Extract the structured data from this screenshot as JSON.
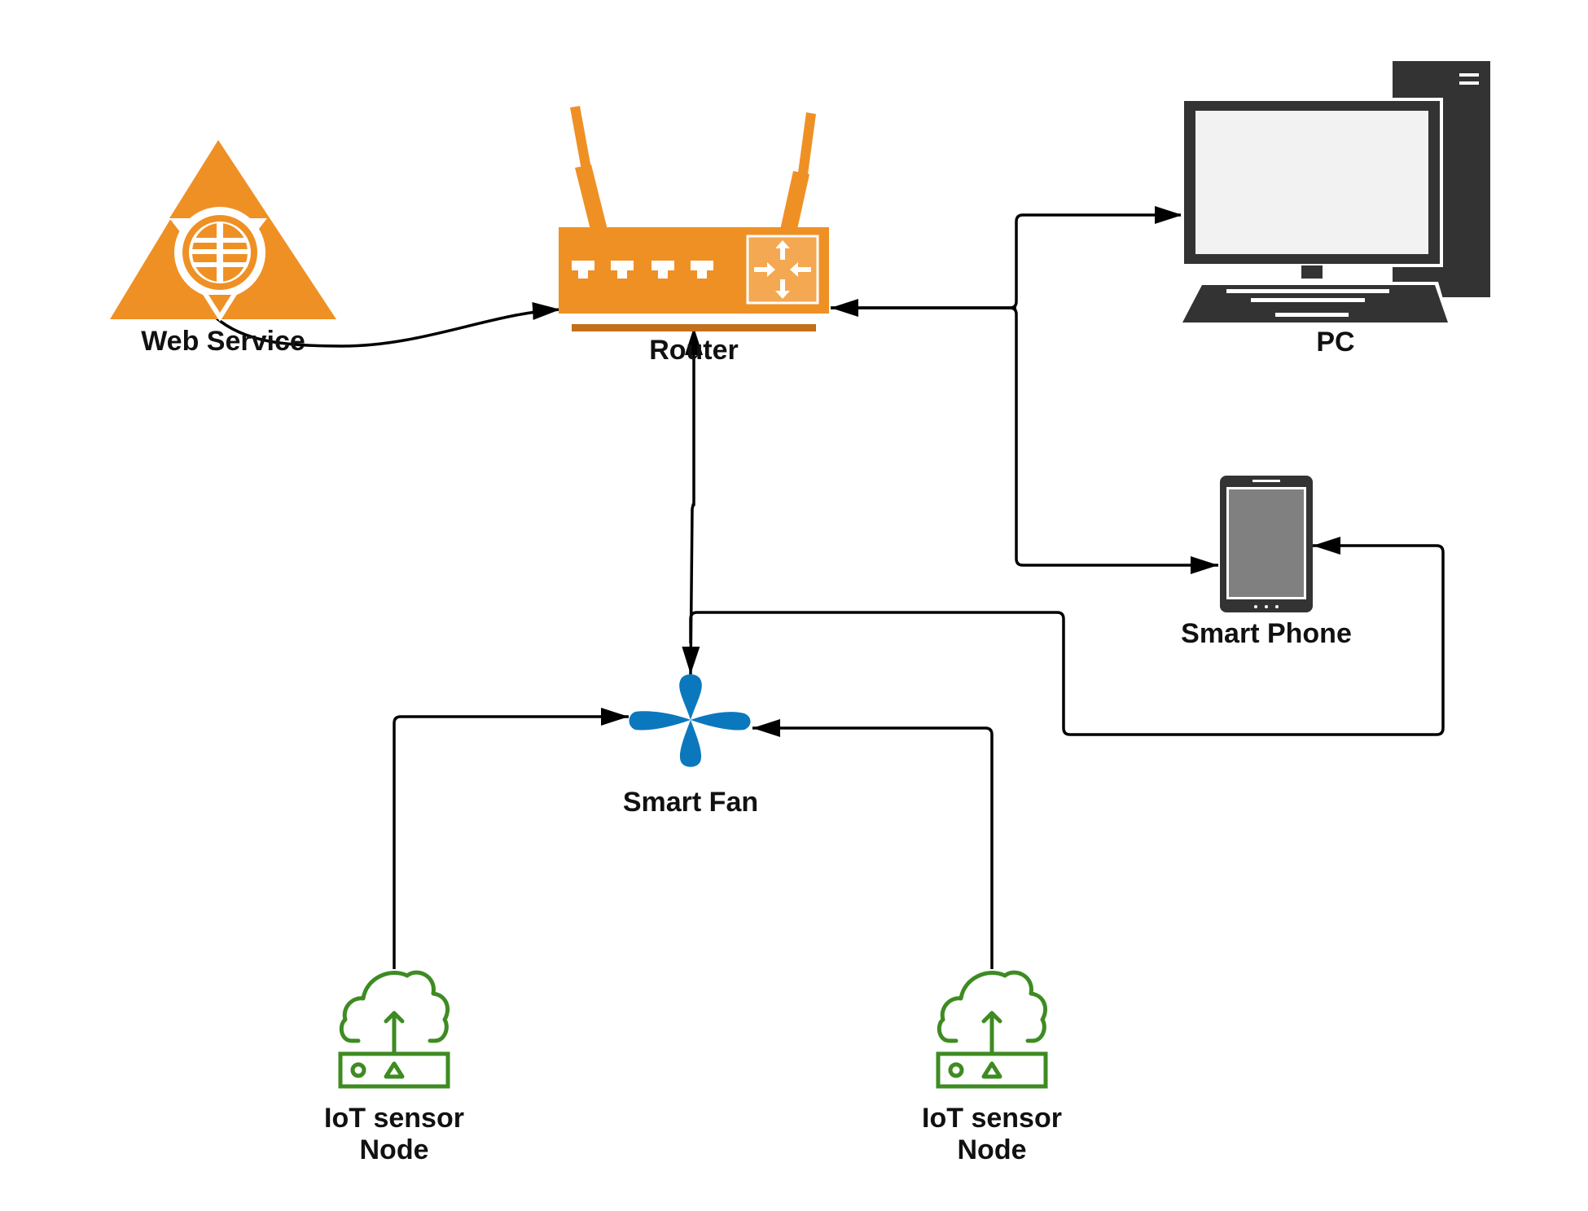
{
  "nodes": {
    "web_service": {
      "label": "Web Service",
      "icon": "web-service-globe-icon"
    },
    "router": {
      "label": "Router",
      "icon": "wifi-router-icon"
    },
    "pc": {
      "label": "PC",
      "icon": "desktop-computer-icon"
    },
    "smart_phone": {
      "label": "Smart Phone",
      "icon": "smartphone-icon"
    },
    "smart_fan": {
      "label": "Smart Fan",
      "icon": "fan-icon"
    },
    "iot_sensor_1": {
      "label_line1": "IoT sensor",
      "label_line2": "Node",
      "icon": "iot-cloud-upload-icon"
    },
    "iot_sensor_2": {
      "label_line1": "IoT sensor",
      "label_line2": "Node",
      "icon": "iot-cloud-upload-icon"
    }
  },
  "edges": [
    {
      "from": "web_service",
      "to": "router"
    },
    {
      "from": "router",
      "to": "pc"
    },
    {
      "from": "pc",
      "to": "router"
    },
    {
      "from": "router",
      "to": "smart_phone"
    },
    {
      "from": "router",
      "to": "smart_fan"
    },
    {
      "from": "smart_fan",
      "to": "router"
    },
    {
      "from": "smart_fan",
      "to": "smart_phone"
    },
    {
      "from": "iot_sensor_1",
      "to": "smart_fan"
    },
    {
      "from": "iot_sensor_2",
      "to": "smart_fan"
    }
  ],
  "colors": {
    "router_orange": "#EF9025",
    "router_shadow": "#C46F1C",
    "fan_blue": "#0B78BE",
    "iot_green": "#3E8B22",
    "device_dark": "#333333",
    "connector": "#000000"
  }
}
